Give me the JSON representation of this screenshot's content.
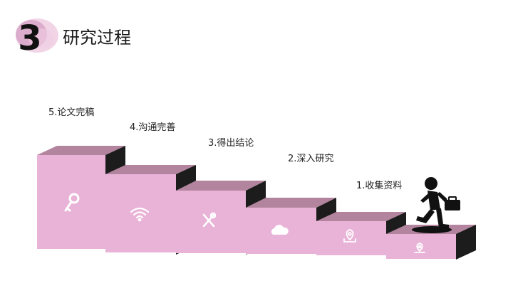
{
  "section": {
    "number": "3",
    "title": "研究过程"
  },
  "steps": [
    {
      "label": "1.收集资料",
      "icon": "location-pin-icon"
    },
    {
      "label": "2.深入研究",
      "icon": "location-pin-icon"
    },
    {
      "label": "3.得出结论",
      "icon": "cloud-icon"
    },
    {
      "label": "4.沟通完善",
      "icon": "tools-icon"
    },
    {
      "label": "5.论文完稿",
      "icon": "wifi-icon"
    },
    {
      "label": "",
      "icon": "key-icon"
    }
  ],
  "colors": {
    "front": "#e9b3d7",
    "top": "#b3849e",
    "side": "#1c1c1c",
    "accent": "#000000"
  }
}
